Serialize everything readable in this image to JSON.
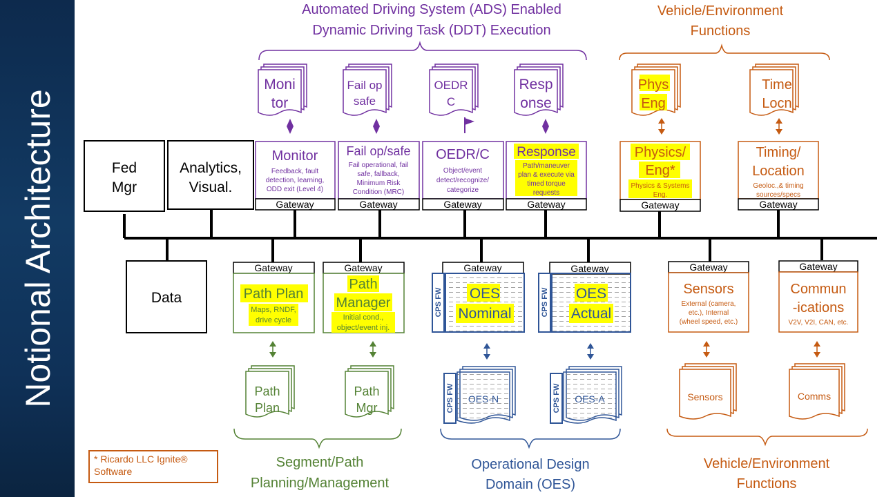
{
  "sidebar_title": "Notional Architecture",
  "colors": {
    "purple": "#7030a0",
    "orange": "#c55a11",
    "green": "#548235",
    "blue": "#2f5597",
    "black": "#000000",
    "highlight": "#ffff00"
  },
  "headings": {
    "ads_line1": "Automated Driving System (ADS) Enabled",
    "ads_line2": "Dynamic Driving Task (DDT) Execution",
    "veh_top_line1": "Vehicle/Environment",
    "veh_top_line2": "Functions",
    "seg_line1": "Segment/Path",
    "seg_line2": "Planning/Management",
    "odd_line1": "Operational Design",
    "odd_line2": "Domain (OES)",
    "veh_bot_line1": "Vehicle/Environment",
    "veh_bot_line2": "Functions"
  },
  "plain_boxes": {
    "fed_l1": "Fed",
    "fed_l2": "Mgr",
    "analytics_l1": "Analytics,",
    "analytics_l2": "Visual.",
    "data": "Data"
  },
  "gateway_label": "Gateway",
  "modules": {
    "monitor": {
      "title": "Monitor",
      "d1": "Feedback, fault",
      "d2": "detection, learning,",
      "d3": "ODD exit (Level 4)"
    },
    "failop": {
      "title": "Fail op/safe",
      "d1": "Fail operational, fail",
      "d2": "safe, fallback,",
      "d3": "Minimum Risk",
      "d4": "Condition (MRC)"
    },
    "oedrc": {
      "title": "OEDR/C",
      "d1": "Object/event",
      "d2": "detect/recognize/",
      "d3": "categorize"
    },
    "response": {
      "title": "Response",
      "d1": "Path/maneuver",
      "d2": "plan & execute via",
      "d3": "timed torque",
      "d4": "requests"
    },
    "physics": {
      "t1": "Physics/",
      "t2": "Eng*",
      "d1": "Physics & Systems",
      "d2": "Eng."
    },
    "timing": {
      "t1": "Timing/",
      "t2": "Location",
      "d1": "Geoloc.,& timing",
      "d2": "sources/specs"
    },
    "pathplan": {
      "title": "Path Plan",
      "d1": "Maps, RNDF,",
      "d2": "drive cycle"
    },
    "pathmgr": {
      "t1": "Path",
      "t2": "Manager",
      "d1": "Initial cond.,",
      "d2": "object/event inj."
    },
    "oesnom": {
      "t1": "OES",
      "t2": "Nominal"
    },
    "oesact": {
      "t1": "OES",
      "t2": "Actual"
    },
    "sensors": {
      "title": "Sensors",
      "d1": "External (camera,",
      "d2": "etc.), Internal",
      "d3": "(wheel speed, etc.)"
    },
    "comms": {
      "t1": "Commun",
      "t2": "-ications",
      "d1": "V2V, V2I, CAN, etc."
    },
    "cps_fw": "CPS FW"
  },
  "docs": {
    "monitor": [
      "Moni",
      "tor"
    ],
    "failop": [
      "Fail op",
      "safe"
    ],
    "oedrc": [
      "OEDR",
      "C"
    ],
    "response": [
      "Resp",
      "onse"
    ],
    "phys": [
      "Phys",
      "Eng"
    ],
    "time": [
      "Time",
      "Locn"
    ],
    "pathplan": [
      "Path",
      "Plan"
    ],
    "pathmgr": [
      "Path",
      "Mgr"
    ],
    "oesn": "OES-N",
    "oesa": "OES-A",
    "sensors": "Sensors",
    "comms": "Comms"
  },
  "footnote": "* Ricardo LLC Ignite® Software"
}
